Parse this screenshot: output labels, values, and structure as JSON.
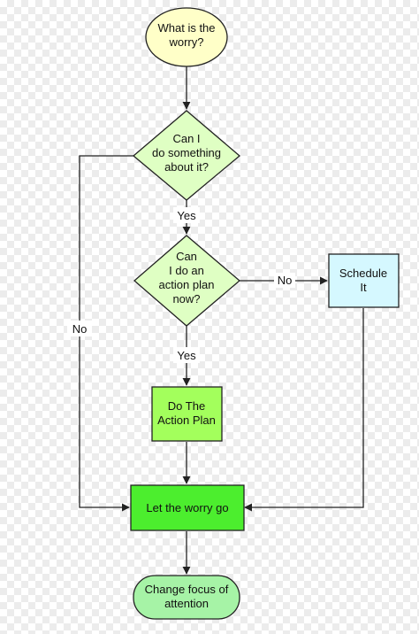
{
  "nodes": {
    "start": {
      "line1": "What is the",
      "line2": "worry?",
      "fill": "#ffffc8"
    },
    "decision1": {
      "line1": "Can I",
      "line2": "do something",
      "line3": "about it?",
      "fill": "#dfffc3"
    },
    "decision2": {
      "line1": "Can",
      "line2": "I do an",
      "line3": "action plan",
      "line4": "now?",
      "fill": "#dfffc3"
    },
    "schedule": {
      "line1": "Schedule",
      "line2": "It",
      "fill": "#d5f8ff"
    },
    "do_plan": {
      "line1": "Do The",
      "line2": "Action Plan",
      "fill": "#a3ff5c"
    },
    "let_go": {
      "line1": "Let the worry go",
      "fill": "#4cee2e"
    },
    "end": {
      "line1": "Change focus of",
      "line2": "attention",
      "fill": "#a6f3a6"
    }
  },
  "edges": {
    "yes1": "Yes",
    "no1": "No",
    "yes2": "Yes",
    "no2": "No"
  },
  "colors": {
    "stroke": "#222222"
  }
}
